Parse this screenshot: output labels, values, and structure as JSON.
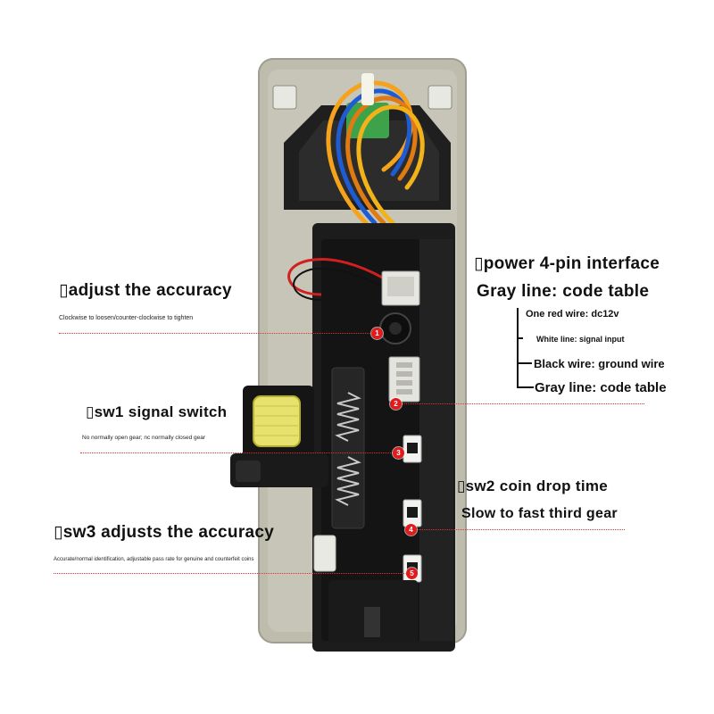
{
  "callouts": {
    "adjust_accuracy": {
      "title": "▯adjust the accuracy",
      "desc": "Clockwise to loosen/counter-clockwise to tighten"
    },
    "sw1": {
      "title": "▯sw1 signal switch",
      "desc": "No normally open gear; nc normally closed gear"
    },
    "sw3": {
      "title": "▯sw3 adjusts the accuracy",
      "desc": "Accurate/normal identification, adjustable pass rate for genuine and counterfeit coins"
    },
    "power": {
      "title": "▯power 4-pin interface",
      "subtitle": "Gray line: code table"
    },
    "wires": [
      "One red wire: dc12v",
      "White line: signal input",
      "Black wire: ground wire",
      "Gray line: code table"
    ],
    "sw2": {
      "title": "▯sw2 coin drop time",
      "subtitle": "Slow to fast third gear"
    }
  },
  "markers": [
    "1",
    "2",
    "3",
    "4",
    "5"
  ],
  "colors": {
    "marker": "#e01b1b",
    "leader": "#dd3333",
    "housing": "#1c1c1c",
    "faceplate": "#b9b8a9"
  }
}
